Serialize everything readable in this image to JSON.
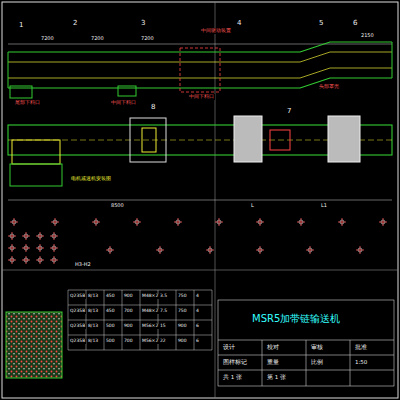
{
  "diagram": {
    "title": "MSR5加带链输送机",
    "labels": [
      "1",
      "2",
      "3",
      "4",
      "5",
      "6",
      "7",
      "8",
      "7200",
      "7200",
      "7200",
      "2150",
      "中间驱动装置",
      "中间下料口",
      "头部罩壳",
      "尾部下料口",
      "中间下料口",
      "电机减速机安装图",
      "H3-H2",
      "8500",
      "L",
      "L1",
      "Q235B",
      "8/13",
      "450",
      "900",
      "M48×2",
      "3.5",
      "750",
      "4",
      "Q235B",
      "8/13",
      "450",
      "700",
      "M48×2",
      "7.5",
      "750",
      "4",
      "Q235B",
      "8/13",
      "500",
      "900",
      "M56×2",
      "15",
      "900",
      "6",
      "Q235B",
      "8/13",
      "500",
      "700",
      "M56×2",
      "22",
      "900",
      "6",
      "设计",
      "校对",
      "审核",
      "批准",
      "图样标记",
      "重量",
      "比例",
      "1:50",
      "共 1 张",
      "第 1 张"
    ]
  }
}
